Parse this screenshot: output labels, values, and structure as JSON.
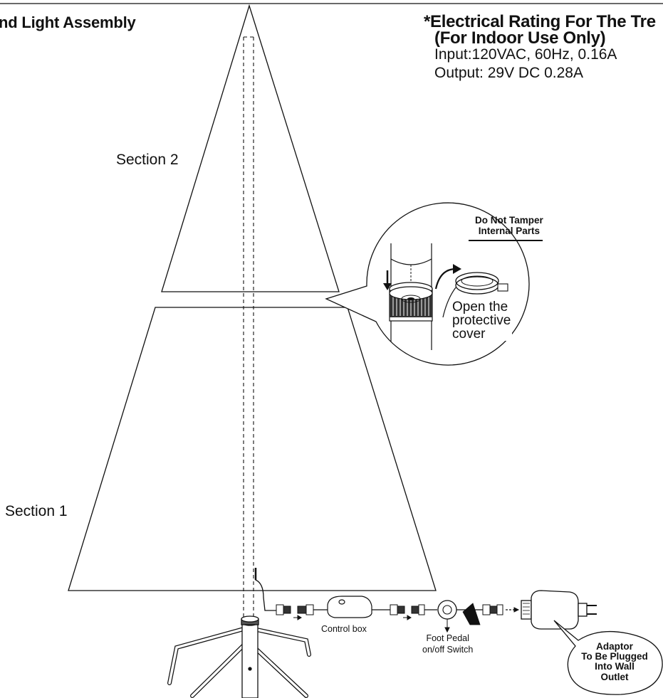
{
  "header": {
    "title": "nd Light Assembly"
  },
  "rating": {
    "title": "*Electrical Rating For The Tre",
    "note": "(For Indoor Use Only)",
    "input": "Input:120VAC, 60Hz, 0.16A",
    "output": "Output: 29V DC 0.28A"
  },
  "sections": {
    "upper": "Section 2",
    "lower": "Section 1"
  },
  "callout": {
    "warning_line1": "Do Not Tamper",
    "warning_line2": "Internal Parts",
    "instruction_line1": "Open the",
    "instruction_line2": "protective",
    "instruction_line3": "cover"
  },
  "wiring": {
    "control_box": "Control box",
    "pedal_line1": "Foot Pedal",
    "pedal_line2": "on/off Switch",
    "adaptor_line1": "Adaptor",
    "adaptor_line2": "To Be Plugged",
    "adaptor_line3": "Into Wall",
    "adaptor_line4": "Outlet"
  },
  "colors": {
    "ink": "#111111",
    "background": "#ffffff",
    "gray": "#888888"
  }
}
